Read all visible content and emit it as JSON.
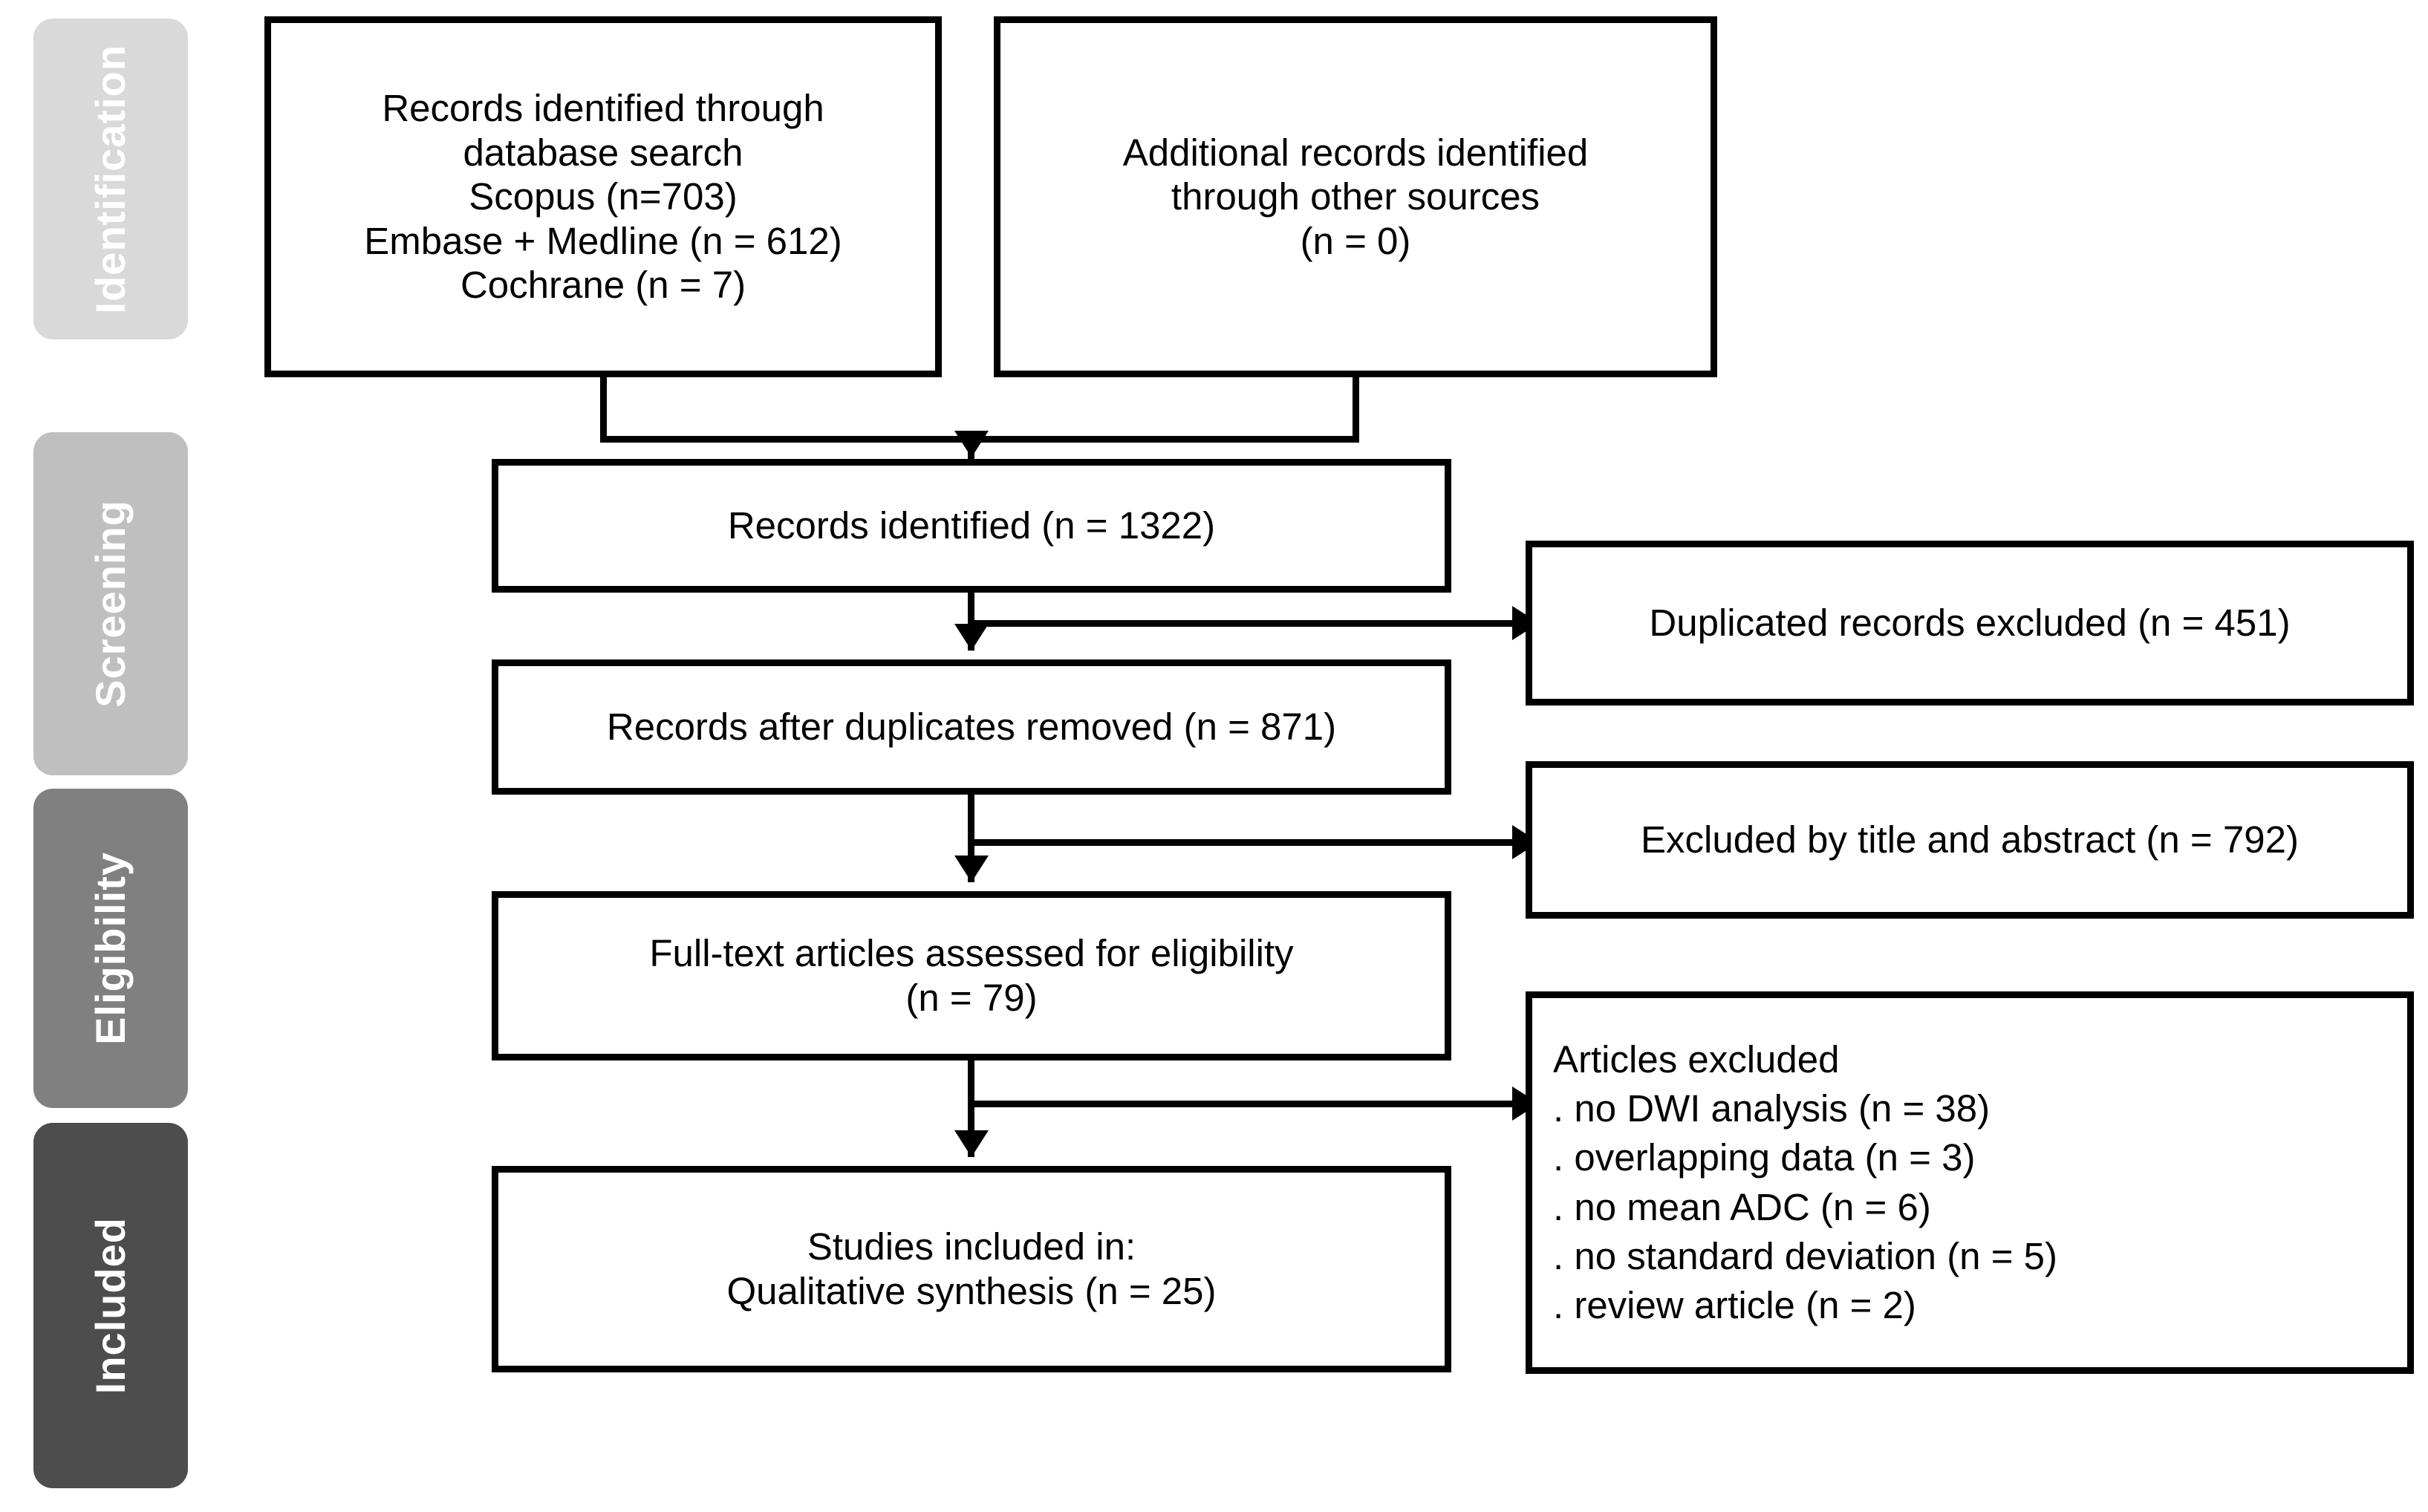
{
  "diagram": {
    "type": "prisma-flow-diagram",
    "title": "PRISMA study selection flow diagram"
  },
  "stages": [
    {
      "id": "identification",
      "label": "Identification",
      "color": "#d9d9d9"
    },
    {
      "id": "screening",
      "label": "Screening",
      "color": "#bfbfbf"
    },
    {
      "id": "eligibility",
      "label": "Eligibility",
      "color": "#808080"
    },
    {
      "id": "included",
      "label": "Included",
      "color": "#4d4d4d"
    }
  ],
  "boxes": {
    "database_search": {
      "text": "Records identified through\ndatabase search\nScopus (n=703)\nEmbase + Medline (n = 612)\nCochrane (n = 7)",
      "lines": [
        "Records identified through",
        "database search",
        "Scopus (n=703)",
        "Embase + Medline (n = 612)",
        "Cochrane (n = 7)"
      ],
      "counts": {
        "scopus": 703,
        "embase_medline": 612,
        "cochrane": 7
      }
    },
    "other_sources": {
      "text": "Additional records identified\nthrough other sources\n(n = 0)",
      "lines": [
        "Additional records identified",
        "through other sources",
        "(n = 0)"
      ],
      "counts": {
        "n": 0
      }
    },
    "records_identified": {
      "text": "Records identified (n = 1322)",
      "counts": {
        "n": 1322
      }
    },
    "duplicates_removed": {
      "text": "Records after duplicates removed (n = 871)",
      "counts": {
        "n": 871
      }
    },
    "fulltext_assessed": {
      "text": "Full-text articles assessed for eligibility\n(n = 79)",
      "lines": [
        "Full-text articles assessed for eligibility",
        "(n = 79)"
      ],
      "counts": {
        "n": 79
      }
    },
    "studies_included": {
      "text": "Studies included in:\nQualitative synthesis (n = 25)",
      "lines": [
        "Studies included in:",
        "Qualitative synthesis (n = 25)"
      ],
      "counts": {
        "n": 25
      }
    },
    "duplicates_excluded": {
      "text": "Duplicated records excluded (n = 451)",
      "counts": {
        "n": 451
      }
    },
    "excluded_title_abstract": {
      "text": "Excluded by title and abstract (n = 792)",
      "counts": {
        "n": 792
      }
    },
    "articles_excluded": {
      "text": "Articles excluded\n. no DWI analysis (n = 38)\n. overlapping data (n = 3)\n. no mean ADC (n = 6)\n. no standard deviation (n = 5)\n. review article (n = 2)",
      "heading": "Articles excluded",
      "reasons": [
        {
          "label": ". no DWI analysis (n = 38)",
          "n": 38
        },
        {
          "label": ". overlapping data (n = 3)",
          "n": 3
        },
        {
          "label": ". no mean ADC (n = 6)",
          "n": 6
        },
        {
          "label": ". no standard deviation (n = 5)",
          "n": 5
        },
        {
          "label": ". review article (n = 2)",
          "n": 2
        }
      ]
    }
  },
  "colors": {
    "border": "#000000",
    "background": "#ffffff",
    "text": "#000000",
    "band_text": "#ffffff"
  }
}
